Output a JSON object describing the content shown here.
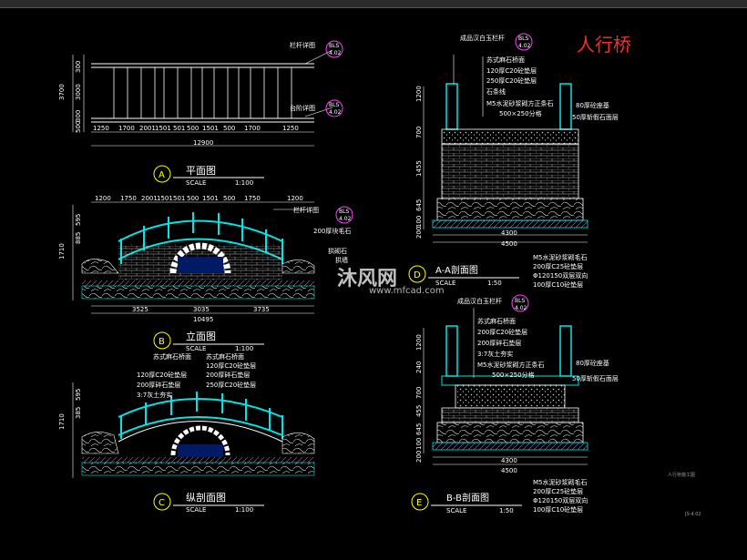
{
  "title": "人行桥",
  "views": {
    "A": {
      "letter": "A",
      "name": "平面图",
      "scale_label": "SCALE",
      "scale": "1:100"
    },
    "B": {
      "letter": "B",
      "name": "立面图",
      "scale_label": "SCALE",
      "scale": "1:100"
    },
    "C": {
      "letter": "C",
      "name": "纵剖面图",
      "scale_label": "SCALE",
      "scale": "1:100"
    },
    "D": {
      "letter": "D",
      "name": "A-A剖面图",
      "scale_label": "SCALE",
      "scale": "1:50"
    },
    "E": {
      "letter": "E",
      "name": "B-B剖面图",
      "scale_label": "SCALE",
      "scale": "1:50"
    }
  },
  "plan": {
    "callouts": [
      "栏杆详图",
      "台阶详图"
    ],
    "tag": {
      "top": "BLS",
      "bottom": "4.02"
    },
    "dims_bottom": [
      "1250",
      "1700",
      "2001",
      "1501",
      "501",
      "500",
      "1501",
      "500",
      "1700",
      "1250"
    ],
    "total": "12900",
    "dims_left": [
      "3700",
      "300",
      "3000",
      "300",
      "500"
    ]
  },
  "elevation": {
    "dims_top": [
      "1200",
      "1750",
      "2001",
      "1501",
      "501",
      "500",
      "1501",
      "500",
      "1750",
      "1200"
    ],
    "callout_rail": "栏杆详图",
    "callout_stone": "200厚块毛石",
    "callout_arch": "拱砌石",
    "callout_arch2": "拱墙",
    "dims_bottom": [
      "3525",
      "3035",
      "3735"
    ],
    "total": "10495",
    "dims_left": [
      "1710",
      "595",
      "885"
    ]
  },
  "long_section": {
    "notes": [
      "苏式麻石桥面",
      "120厚C20砼垫层",
      "200厚碎石垫层",
      "3:7灰土夯实"
    ],
    "notes_right": [
      "苏式麻石桥面",
      "120厚C20砼垫层",
      "200厚碎石垫层",
      "250厚C20砼垫层"
    ],
    "dims_left": [
      "1710",
      "595",
      "385"
    ]
  },
  "section_a": {
    "top_note": "成品汉白玉栏杆",
    "notes": [
      "苏式麻石桥面",
      "120厚C20砼垫层",
      "250厚C20砼垫层",
      "石条线",
      "M5水泥砂浆砌方正条石",
      "500×250分格"
    ],
    "right_notes": [
      "80厚砼座基",
      "50厚斩假石面层"
    ],
    "bottom_notes": [
      "M5水泥砂浆砌毛石",
      "200厚C25砼垫层",
      "Φ120150双层双向",
      "100厚C10砼垫层"
    ],
    "dims_bottom": [
      "4300",
      "4500"
    ],
    "dims_left": [
      "1200",
      "700",
      "1455",
      "645",
      "100",
      "200"
    ]
  },
  "section_b": {
    "top_note": "成品汉白玉栏杆",
    "notes": [
      "苏式麻石桥面",
      "200厚C20砼垫层",
      "200厚碎石垫层",
      "3:7灰土夯实",
      "M5水泥砂浆砌方正条石",
      "500×250分格"
    ],
    "right_notes": [
      "80厚砼座基",
      "50厚斩假石面层"
    ],
    "bottom_notes": [
      "M5水泥砂浆砌毛石",
      "200厚C25砼垫层",
      "Φ120150双层双向",
      "100厚C10砼垫层"
    ],
    "dims_bottom": [
      "4300",
      "4500"
    ],
    "dims_left": [
      "1200",
      "240",
      "700",
      "455",
      "645",
      "100",
      "200"
    ]
  },
  "watermark": {
    "text": "沐风网",
    "url": "www.mfcad.com"
  },
  "footer_small": [
    "人行桥施工图",
    "JS-4.02"
  ],
  "colors": {
    "background": "#000000",
    "line": "#ffffff",
    "cyan": "#00e5e5",
    "red": "#ff2a2a",
    "magenta": "#ff40ff",
    "yellow": "#ffff00"
  }
}
